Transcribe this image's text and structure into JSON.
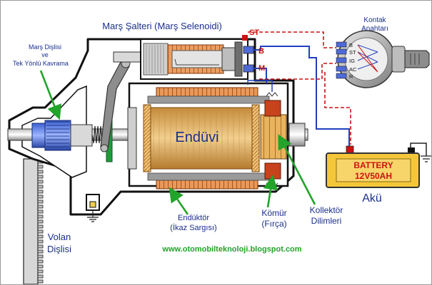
{
  "labels": {
    "solenoid_title": "Marş Şalteri (Marş Selenoidi)",
    "pinion_line1": "Marş Dişlisi",
    "pinion_line2": "ve",
    "pinion_line3": "Tek Yönlü Kavrama",
    "key_switch_line1": "Kontak",
    "key_switch_line2": "Anahtarı",
    "armature": "Endüvi",
    "battery_line1": "BATTERY",
    "battery_line2": "12V50AH",
    "battery_caption": "Akü",
    "field_coil_line1": "Endüktör",
    "field_coil_line2": "(İkaz Sargısı)",
    "brush_line1": "Kömür",
    "brush_line2": "(Fırça)",
    "commutator_line1": "Kollektör",
    "commutator_line2": "Dilimleri",
    "flywheel_line1": "Volan",
    "flywheel_line2": "Dişlisi",
    "website": "www.otomobilteknoloji.blogspot.com"
  },
  "terminals": {
    "st": "ST",
    "b": "B",
    "m": "M"
  },
  "key_positions": [
    "B",
    "ST",
    "IG",
    "AC",
    "R"
  ],
  "colors": {
    "label_blue": "#1a2f8c",
    "terminal_red": "#cc1111",
    "wire_blue": "#1f3fc0",
    "arrow_green": "#22a32a",
    "battery_fill": "#f4c73a",
    "armature_gold": "#d6a75c",
    "copper": "#c86a1c"
  }
}
